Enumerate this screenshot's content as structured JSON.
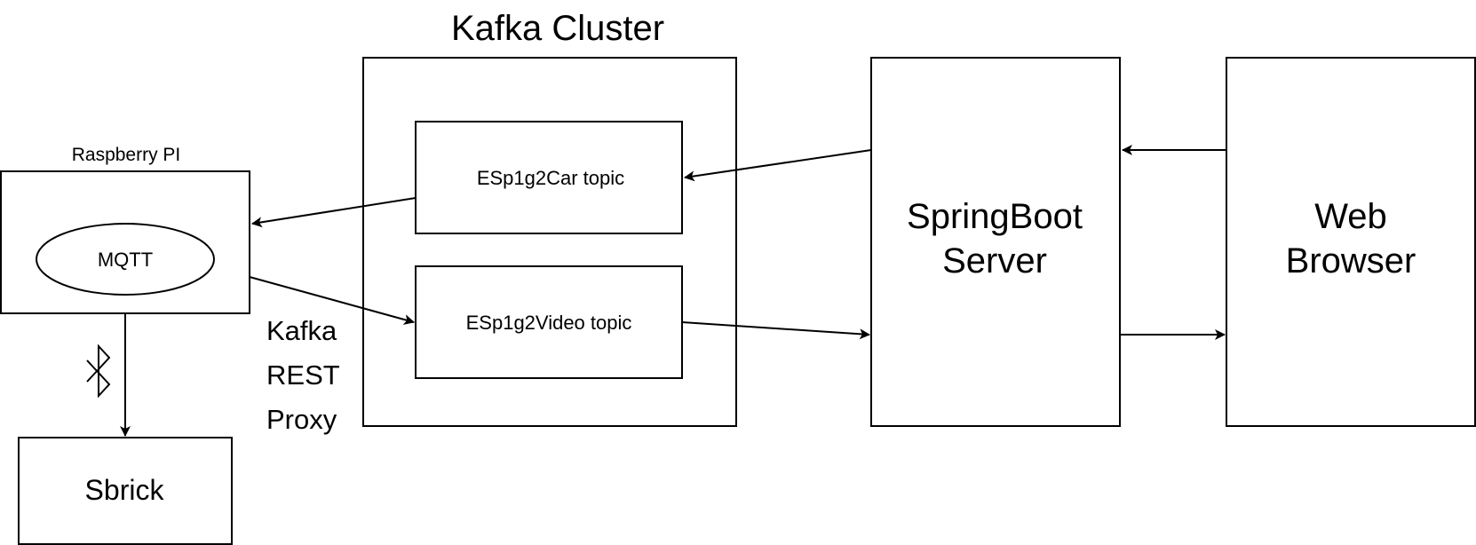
{
  "diagram": {
    "cluster_title": "Kafka Cluster",
    "raspberry_label": "Raspberry PI",
    "mqtt_label": "MQTT",
    "sbrick_label": "Sbrick",
    "car_topic_label": "ESp1g2Car topic",
    "video_topic_label": "ESp1g2Video topic",
    "proxy_label": [
      "Kafka",
      "REST",
      "Proxy"
    ],
    "springboot_label": [
      "SpringBoot",
      "Server"
    ],
    "browser_label": [
      "Web",
      "Browser"
    ],
    "bluetooth_icon": "bluetooth-icon",
    "stroke_color": "#000000",
    "fill_color": "#ffffff"
  }
}
